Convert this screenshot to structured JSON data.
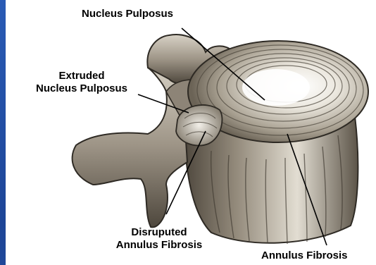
{
  "labels": {
    "nucleus_pulposus": "Nucleus Pulposus",
    "extruded_line1": "Extruded",
    "extruded_line2": "Nucleus Pulposus",
    "disrupted_line1": "Disruputed",
    "disrupted_line2": "Annulus Fibrosis",
    "annulus_fibrosis": "Annulus Fibrosis"
  },
  "colors": {
    "background_blue": "#1f4a9c",
    "panel": "#ffffff",
    "bone_shadow": "#5a5246",
    "bone_mid": "#9c9486",
    "bone_light": "#e6e1d6"
  }
}
